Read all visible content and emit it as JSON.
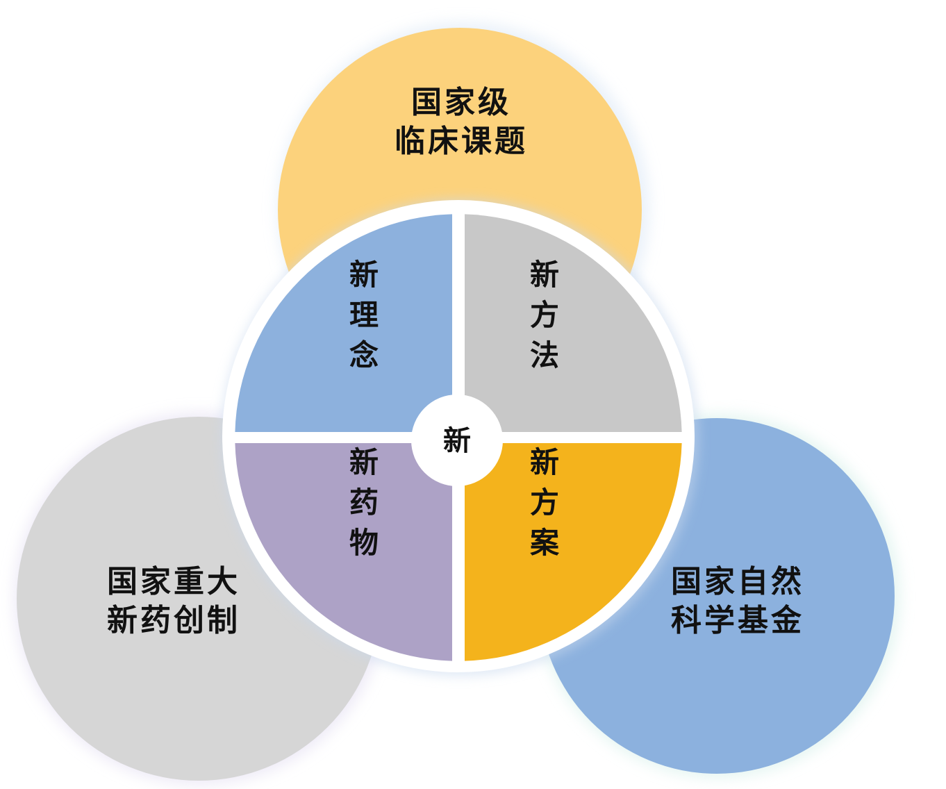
{
  "colors": {
    "top_circle": "#FCD27C",
    "left_circle": "#D6D6D6",
    "right_circle": "#8CB1DE",
    "quad_top_left": "#8DB1DD",
    "quad_top_right": "#C8C8C8",
    "quad_bottom_left": "#ADA2C6",
    "quad_bottom_right": "#F4B31C",
    "center": "#FFFFFF",
    "text": "#111111"
  },
  "outer_circles": {
    "top": {
      "line1": "国家级",
      "line2": "临床课题"
    },
    "left": {
      "line1": "国家重大",
      "line2": "新药创制"
    },
    "right": {
      "line1": "国家自然",
      "line2": "科学基金"
    }
  },
  "quadrants": {
    "top_left": {
      "c1": "新",
      "c2": "理",
      "c3": "念"
    },
    "top_right": {
      "c1": "新",
      "c2": "方",
      "c3": "法"
    },
    "bottom_left": {
      "c1": "新",
      "c2": "药",
      "c3": "物"
    },
    "bottom_right": {
      "c1": "新",
      "c2": "方",
      "c3": "案"
    }
  },
  "center": {
    "label": "新"
  }
}
